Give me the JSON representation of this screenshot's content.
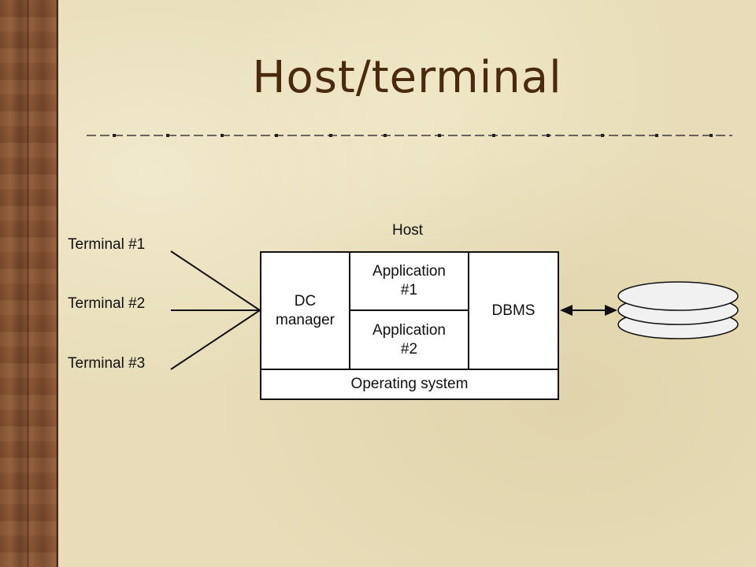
{
  "slide": {
    "title": "Host/terminal"
  },
  "diagram": {
    "host_label": "Host",
    "terminals": [
      "Terminal #1",
      "Terminal #2",
      "Terminal #3"
    ],
    "dc_manager": [
      "DC",
      "manager"
    ],
    "application_1": [
      "Application",
      "#1"
    ],
    "application_2": [
      "Application",
      "#2"
    ],
    "dbms": "DBMS",
    "operating_system": "Operating system",
    "database_icon": "database-cylinder-icon"
  },
  "colors": {
    "background": "#e8ddb8",
    "sidebar": "#7a4a2c",
    "title": "#4a2a0c",
    "line": "#111111",
    "box_fill": "#ffffff",
    "disk_fill": "#f1f1f1"
  }
}
